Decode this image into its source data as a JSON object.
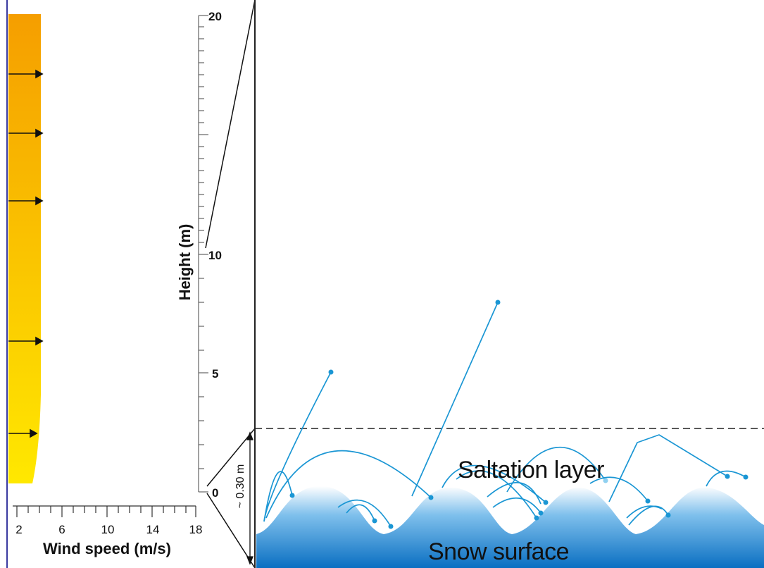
{
  "height_axis": {
    "title": "Height (m)",
    "ticks": [
      "0",
      "5",
      "10",
      "20"
    ]
  },
  "wind_axis": {
    "title": "Wind speed (m/s)",
    "ticks": [
      "2",
      "6",
      "10",
      "14",
      "18"
    ]
  },
  "labels": {
    "saltation": "Saltation layer",
    "snow": "Snow surface",
    "depth": "~ 0.30 m"
  },
  "colors": {
    "profile_top": "#f5a200",
    "profile_bottom": "#ffe600",
    "particle": "#1a96d4",
    "snow_top": "#ffffff",
    "snow_bottom": "#0d72c4"
  }
}
